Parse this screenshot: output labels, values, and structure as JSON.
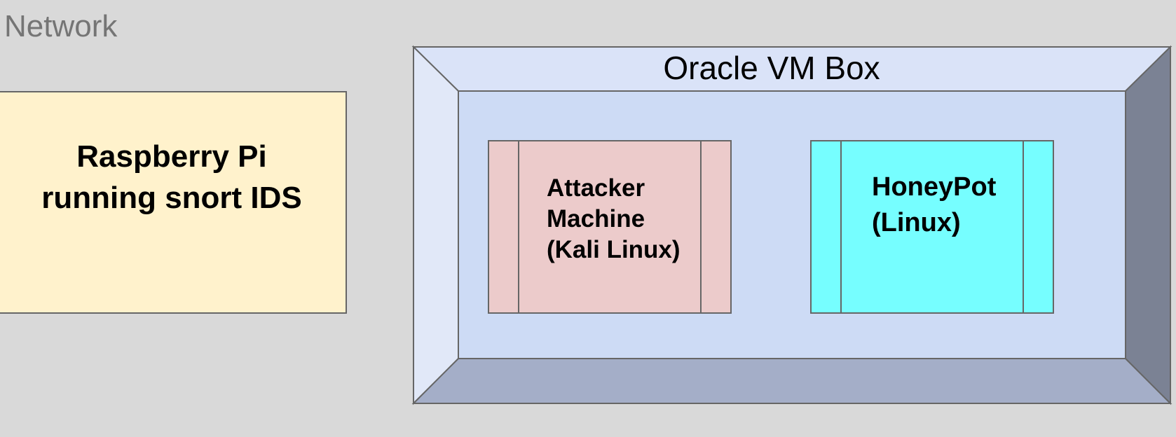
{
  "network": {
    "label": "Network"
  },
  "raspberry_pi": {
    "line1": "Raspberry Pi",
    "line2": "running snort IDS",
    "fill": "#fff2cc"
  },
  "oracle_vm_box": {
    "title": "Oracle VM Box",
    "face_fill": "#cddbf5",
    "top_bevel_fill": "#dae3f8",
    "left_bevel_fill": "#e1e8f8",
    "bottom_bevel_fill": "#a4aec8",
    "right_bevel_fill": "#7b8294"
  },
  "attacker_machine": {
    "line1": "Attacker",
    "line2": "Machine",
    "line3": "(Kali Linux)",
    "fill": "#eccbcb"
  },
  "honeypot": {
    "line1": "HoneyPot",
    "line2": "(Linux)",
    "fill": "#76feff"
  }
}
